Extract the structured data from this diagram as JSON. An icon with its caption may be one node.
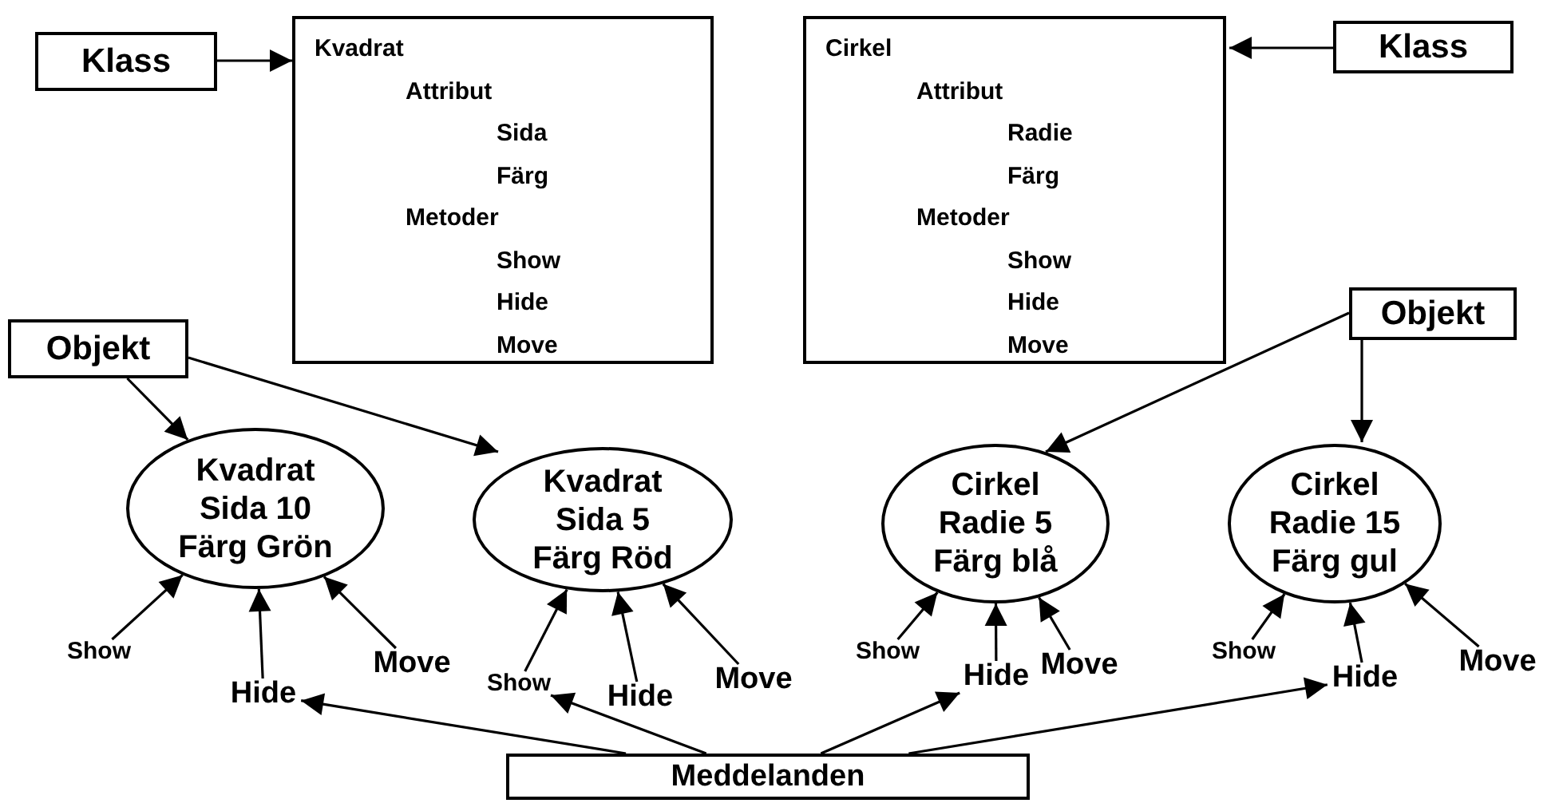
{
  "diagram": {
    "nodes": [
      {
        "text": [
          "Klass"
        ]
      },
      {
        "text": [
          "Kvadrat",
          "Attribut",
          "Sida",
          "Färg",
          "Metoder",
          "Show",
          "Hide",
          "Move"
        ]
      },
      {
        "text": [
          "Cirkel",
          "Attribut",
          "Radie",
          "Färg",
          "Metoder",
          "Show",
          "Hide",
          "Move"
        ]
      },
      {
        "text": [
          "Klass"
        ]
      },
      {
        "text": [
          "Objekt"
        ]
      },
      {
        "text": [
          "Objekt"
        ]
      },
      {
        "text": [
          "Kvadrat",
          "Sida 10",
          "Färg Grön"
        ]
      },
      {
        "text": [
          "Kvadrat",
          "Sida 5",
          "Färg Röd"
        ]
      },
      {
        "text": [
          "Cirkel",
          "Radie 5",
          "Färg blå"
        ]
      },
      {
        "text": [
          "Cirkel",
          "Radie 15",
          "Färg gul"
        ]
      },
      {
        "text": [
          "Show"
        ]
      },
      {
        "text": [
          "Hide"
        ]
      },
      {
        "text": [
          "Move"
        ]
      },
      {
        "text": [
          "Show"
        ]
      },
      {
        "text": [
          "Hide"
        ]
      },
      {
        "text": [
          "Move"
        ]
      },
      {
        "text": [
          "Show"
        ]
      },
      {
        "text": [
          "Hide"
        ]
      },
      {
        "text": [
          "Move"
        ]
      },
      {
        "text": [
          "Show"
        ]
      },
      {
        "text": [
          "Hide"
        ]
      },
      {
        "text": [
          "Move"
        ]
      },
      {
        "text": [
          "Meddelanden"
        ]
      }
    ],
    "edges": [
      {
        "from": 0,
        "to": 1,
        "arrow": "to"
      },
      {
        "from": 3,
        "to": 2,
        "arrow": "to"
      },
      {
        "from": 4,
        "to": 6,
        "arrow": "to"
      },
      {
        "from": 4,
        "to": 7,
        "arrow": "to"
      },
      {
        "from": 5,
        "to": 8,
        "arrow": "to"
      },
      {
        "from": 5,
        "to": 9,
        "arrow": "to"
      },
      {
        "from": 10,
        "to": 6,
        "arrow": "to"
      },
      {
        "from": 11,
        "to": 6,
        "arrow": "to"
      },
      {
        "from": 12,
        "to": 6,
        "arrow": "to"
      },
      {
        "from": 13,
        "to": 7,
        "arrow": "to"
      },
      {
        "from": 14,
        "to": 7,
        "arrow": "to"
      },
      {
        "from": 15,
        "to": 7,
        "arrow": "to"
      },
      {
        "from": 16,
        "to": 8,
        "arrow": "to"
      },
      {
        "from": 17,
        "to": 8,
        "arrow": "to"
      },
      {
        "from": 18,
        "to": 8,
        "arrow": "to"
      },
      {
        "from": 19,
        "to": 9,
        "arrow": "to"
      },
      {
        "from": 20,
        "to": 9,
        "arrow": "to"
      },
      {
        "from": 21,
        "to": 9,
        "arrow": "to"
      },
      {
        "from": 22,
        "to": 11,
        "arrow": "to"
      },
      {
        "from": 22,
        "to": 13,
        "arrow": "to"
      },
      {
        "from": 22,
        "to": 17,
        "arrow": "to"
      },
      {
        "from": 22,
        "to": 20,
        "arrow": "to"
      }
    ]
  }
}
